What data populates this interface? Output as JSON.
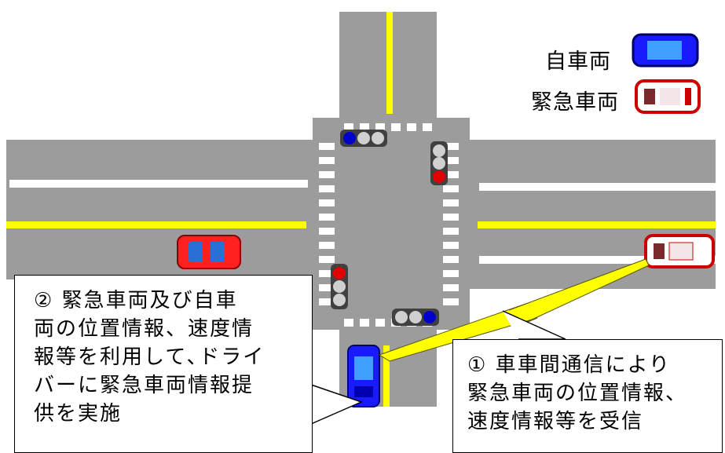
{
  "legend": {
    "own_vehicle_label": "自車両",
    "emergency_vehicle_label": "緊急車両"
  },
  "callout_left": {
    "lines": [
      "② 緊急車両及び自車",
      "両の位置情報、速度情",
      "報等を利用して､ドライ",
      "バーに緊急車両情報提",
      "供を実施"
    ]
  },
  "callout_right": {
    "lines": [
      "① 車車間通信により",
      "緊急車両の位置情報、",
      "速度情報等を受信"
    ]
  },
  "colors": {
    "road": "#9c9c9c",
    "center_line": "#ffff00",
    "lane_line": "#ffffff",
    "crosswalk": "#ffffff",
    "own_vehicle": "#1a1aff",
    "emergency_vehicle": "#ff2020",
    "signal_red": "#e00000",
    "signal_blue": "#0000cc",
    "signal_housing": "#404040",
    "communication_bolt": "#ffff00"
  },
  "icons": {
    "own_vehicle": "blue-car-icon",
    "emergency_vehicle": "red-white-car-icon",
    "traffic_signal": "traffic-light-icon",
    "communication": "lightning-bolt-icon"
  }
}
